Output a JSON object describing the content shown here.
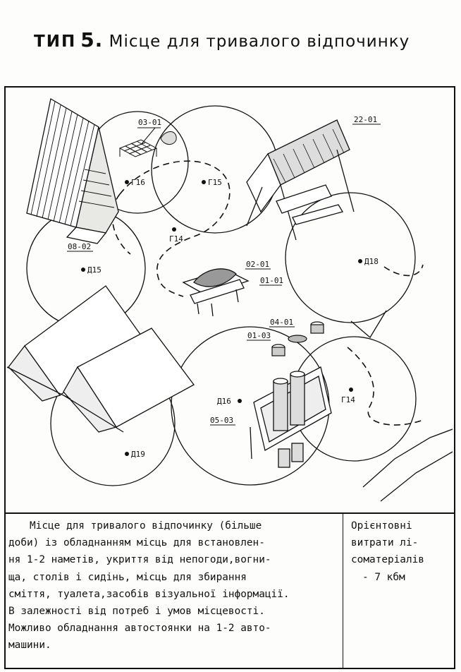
{
  "title": {
    "type": "ТИП",
    "number": "5.",
    "text": "Місце для тривалого відпочинку"
  },
  "labels": {
    "l0301": "03-01",
    "l2201": "22-01",
    "lG16": "Г16",
    "lG15": "Г15",
    "lG14a": "Г14",
    "l0802": "08-02",
    "lD15": "Д15",
    "lD18": "Д18",
    "l0201": "02-01",
    "l0101": "01-01",
    "l0401": "04-01",
    "l0103": "01-03",
    "lD16": "Д16",
    "lG14b": "Г14",
    "l0503": "05-03",
    "lD19": "Д19"
  },
  "description": [
    "Місце для тривалого відпочинку (більше",
    "доби) із обладнанням місць для встановлен-",
    "ня 1-2 наметів, укриття від непогоди,вогни-",
    "ща, столів і сидінь, місць для збирання",
    "сміття, туалета,засобів візуальної інформації.",
    "В залежності від потреб і умов місцевості.",
    "Можливо обладнання автостоянки на 1-2 авто-",
    "машини."
  ],
  "cost": [
    "Орієнтовні",
    "витрати лі-",
    "соматеріалів",
    "- 7 кбм"
  ]
}
